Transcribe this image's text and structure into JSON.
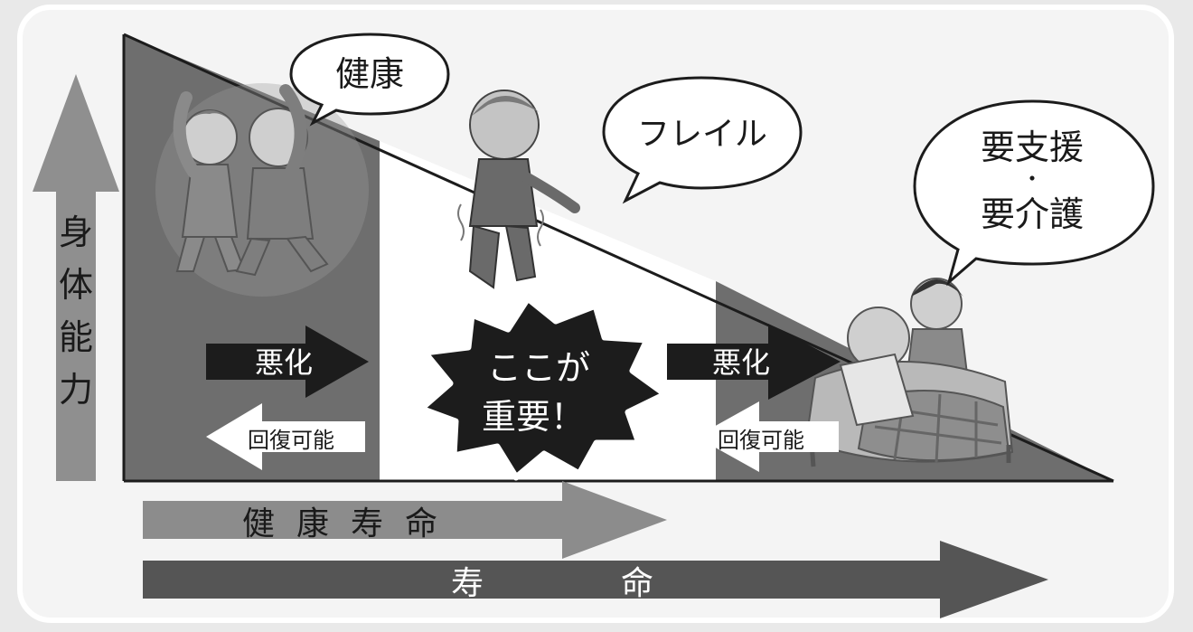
{
  "axis": {
    "vertical_label": [
      "身",
      "体",
      "能",
      "力"
    ]
  },
  "bubbles": {
    "healthy": "健康",
    "frail": "フレイル",
    "care_line1": "要支援",
    "care_dot": "・",
    "care_line2": "要介護"
  },
  "arrows": {
    "worsen_left": "悪化",
    "recover_left": "回復可能",
    "worsen_right": "悪化",
    "recover_right": "回復可能"
  },
  "burst": {
    "line1": "ここが",
    "line2": "重要！"
  },
  "bottom_arrows": {
    "healthy_life_chars": [
      "健",
      "康",
      "寿",
      "命"
    ],
    "life_chars": [
      "寿",
      "命"
    ]
  },
  "colors": {
    "background": "#e9e9e9",
    "panel": "#f4f4f4",
    "healthy_zone": "#6e6e6e",
    "frail_zone": "#ffffff",
    "care_zone": "#6e6e6e",
    "dark": "#1c1c1c",
    "arrow_healthy_life": "#8c8c8c",
    "arrow_life": "#555555",
    "arrow_axis": "#8f8f8f"
  },
  "icons": [
    "elderly-couple-exercising-icon",
    "frail-elderly-man-icon",
    "bedridden-elderly-with-caregiver-icon"
  ]
}
